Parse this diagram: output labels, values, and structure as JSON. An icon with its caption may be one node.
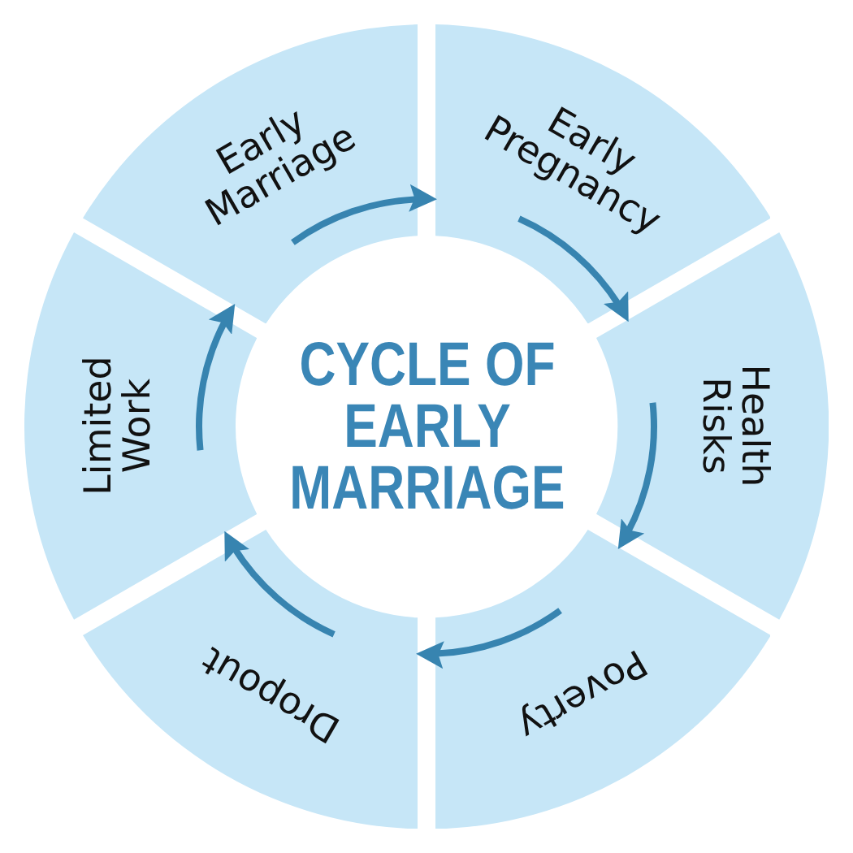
{
  "diagram": {
    "title": "CYCLE OF EARLY MARRIAGE",
    "nodes": [
      {
        "text": [
          "Early Marriage"
        ]
      },
      {
        "text": [
          "Early Pregnancy"
        ]
      },
      {
        "text": [
          "Health Risks"
        ]
      },
      {
        "text": [
          "Poverty"
        ]
      },
      {
        "text": [
          "Dropout"
        ]
      },
      {
        "text": [
          "Limited Work"
        ]
      }
    ],
    "edges": [
      {
        "from": 0,
        "to": 1,
        "arrow": "to"
      },
      {
        "from": 1,
        "to": 2,
        "arrow": "to"
      },
      {
        "from": 2,
        "to": 3,
        "arrow": "to"
      },
      {
        "from": 3,
        "to": 4,
        "arrow": "to"
      },
      {
        "from": 4,
        "to": 5,
        "arrow": "to"
      },
      {
        "from": 5,
        "to": 0,
        "arrow": "to"
      }
    ]
  }
}
